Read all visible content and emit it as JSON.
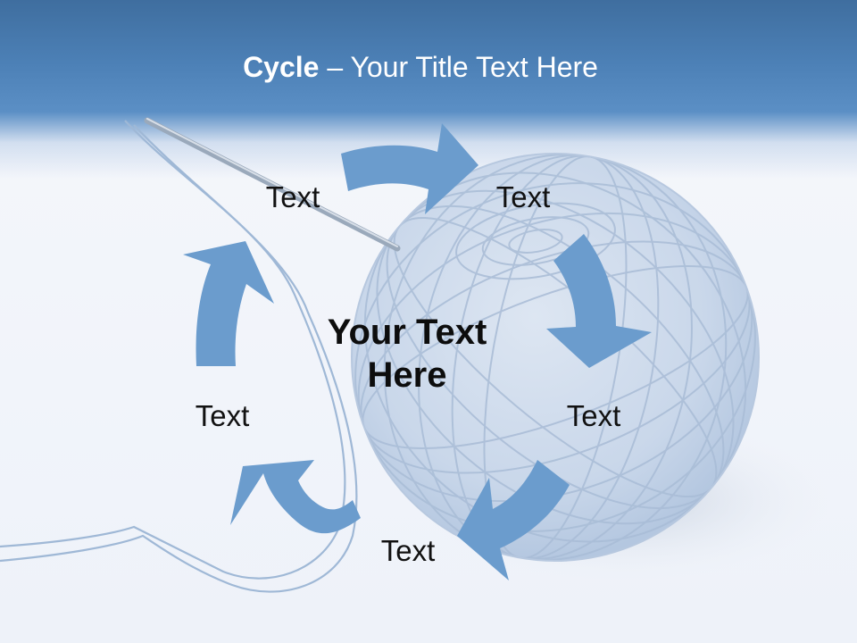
{
  "slide": {
    "title_bold": "Cycle",
    "title_rest": " – Your Title Text Here",
    "center_text_line1": "Your Text",
    "center_text_line2": "Here",
    "cycle_labels": [
      "Text",
      "Text",
      "Text",
      "Text",
      "Text"
    ],
    "arrow_color": "#6b9ccd",
    "background_image": "yarn-ball-with-needle-and-thread"
  }
}
